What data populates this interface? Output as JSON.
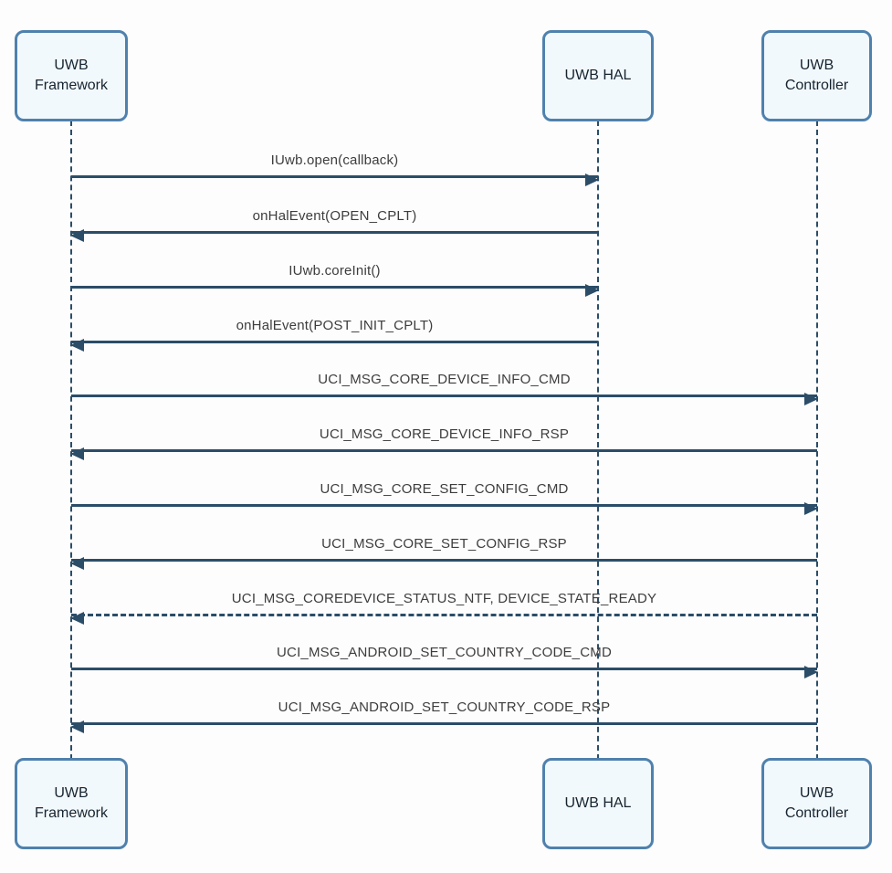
{
  "participants": [
    {
      "label": "UWB Framework"
    },
    {
      "label": "UWB HAL"
    },
    {
      "label": "UWB Controller"
    }
  ],
  "messages": [
    {
      "label": "IUwb.open(callback)",
      "from": "UWB Framework",
      "to": "UWB HAL",
      "line": "solid"
    },
    {
      "label": "onHalEvent(OPEN_CPLT)",
      "from": "UWB HAL",
      "to": "UWB Framework",
      "line": "solid"
    },
    {
      "label": "IUwb.coreInit()",
      "from": "UWB Framework",
      "to": "UWB HAL",
      "line": "solid"
    },
    {
      "label": "onHalEvent(POST_INIT_CPLT)",
      "from": "UWB HAL",
      "to": "UWB Framework",
      "line": "solid"
    },
    {
      "label": "UCI_MSG_CORE_DEVICE_INFO_CMD",
      "from": "UWB Framework",
      "to": "UWB Controller",
      "line": "solid"
    },
    {
      "label": "UCI_MSG_CORE_DEVICE_INFO_RSP",
      "from": "UWB Controller",
      "to": "UWB Framework",
      "line": "solid"
    },
    {
      "label": "UCI_MSG_CORE_SET_CONFIG_CMD",
      "from": "UWB Framework",
      "to": "UWB Controller",
      "line": "solid"
    },
    {
      "label": "UCI_MSG_CORE_SET_CONFIG_RSP",
      "from": "UWB Controller",
      "to": "UWB Framework",
      "line": "solid"
    },
    {
      "label": "UCI_MSG_COREDEVICE_STATUS_NTF, DEVICE_STATE_READY",
      "from": "UWB Controller",
      "to": "UWB Framework",
      "line": "dashed"
    },
    {
      "label": "UCI_MSG_ANDROID_SET_COUNTRY_CODE_CMD",
      "from": "UWB Framework",
      "to": "UWB Controller",
      "line": "solid"
    },
    {
      "label": "UCI_MSG_ANDROID_SET_COUNTRY_CODE_RSP",
      "from": "UWB Controller",
      "to": "UWB Framework",
      "line": "solid"
    }
  ],
  "colors": {
    "arrow": "#2b4d68",
    "box_border": "#4f81ad",
    "box_fill": "#f2f9fd",
    "label_text": "#3d3d3d",
    "box_text": "#16242f"
  }
}
